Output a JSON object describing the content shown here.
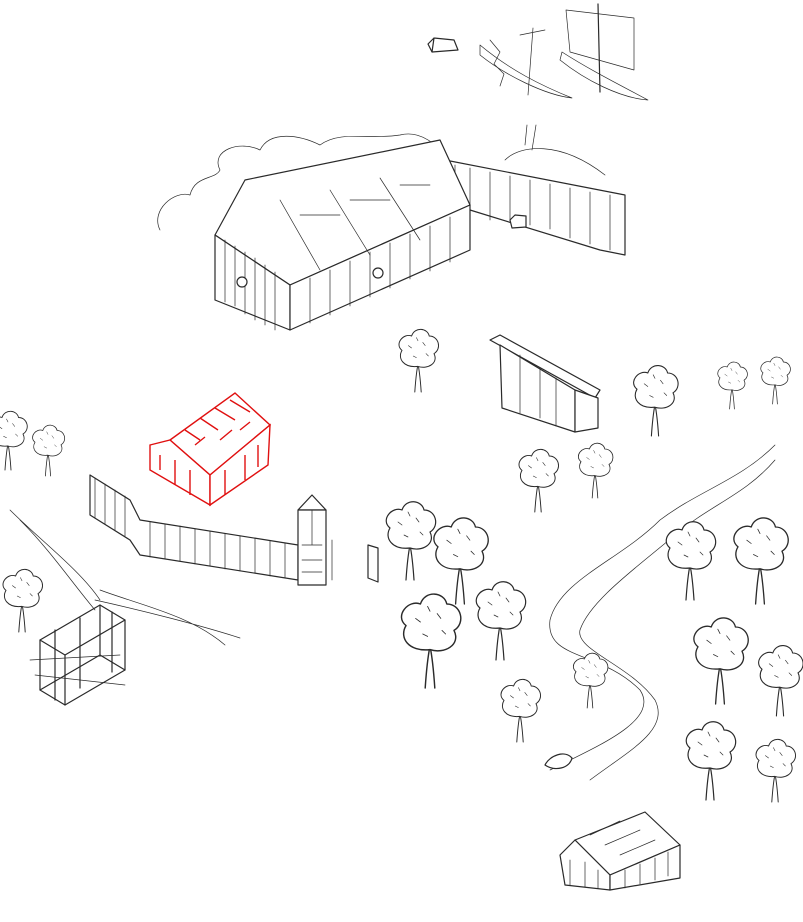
{
  "map": {
    "style": "hand-drawn line illustration",
    "ink_color": "#2a2a2a",
    "background_color": "#ffffff",
    "highlight_color": "#e01010",
    "highlighted_item": "small-house",
    "items": [
      {
        "id": "ships",
        "icon": "ship-icon"
      },
      {
        "id": "boathouse",
        "icon": "hut-icon"
      },
      {
        "id": "longhouse",
        "icon": "longhouse-icon"
      },
      {
        "id": "shed",
        "icon": "shed-icon"
      },
      {
        "id": "small-house",
        "icon": "house-icon",
        "highlighted": true
      },
      {
        "id": "palisade-gate",
        "icon": "tower-icon"
      },
      {
        "id": "scaffold",
        "icon": "scaffold-icon"
      },
      {
        "id": "forest",
        "icon": "tree-icon"
      },
      {
        "id": "bottom-house",
        "icon": "house-icon"
      }
    ]
  }
}
